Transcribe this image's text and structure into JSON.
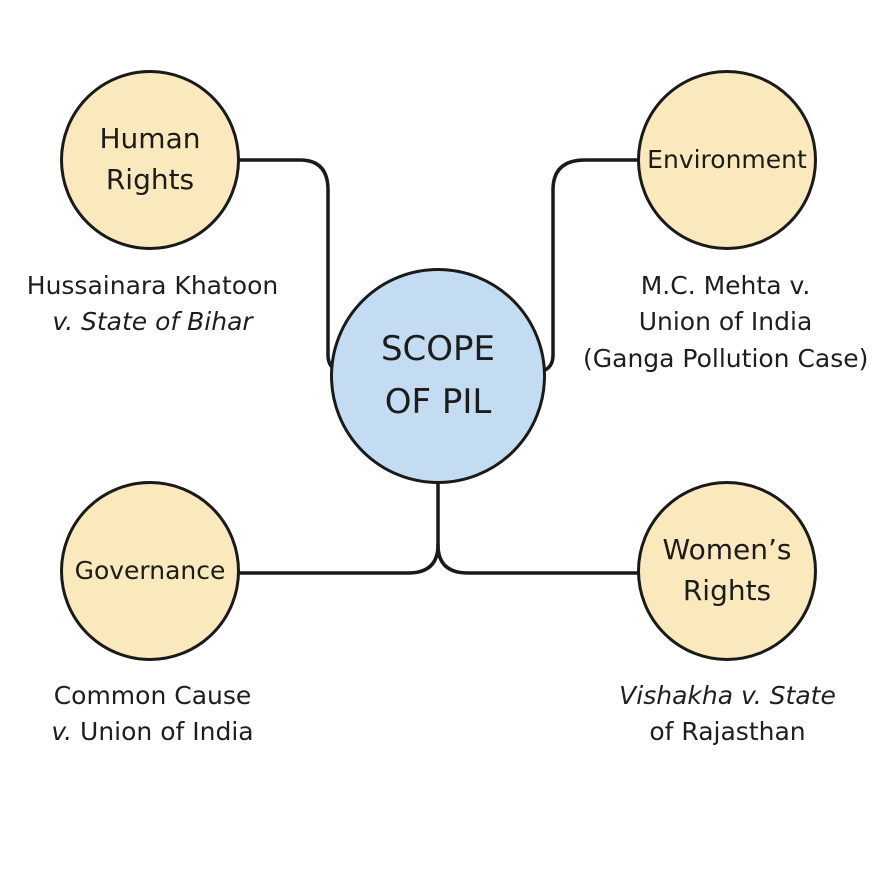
{
  "diagram": {
    "center": {
      "line1": "SCOPE",
      "line2": "OF PIL"
    },
    "nodes": {
      "human_rights": {
        "label": "Human\nRights",
        "case": {
          "line1": "Hussainara Khatoon",
          "line2": "v. State of Bihar"
        }
      },
      "environment": {
        "label": "Environment",
        "case": {
          "line1": "M.C. Mehta v.",
          "line2": "Union of India",
          "line3": "(Ganga Pollution Case)"
        }
      },
      "governance": {
        "label": "Governance",
        "case": {
          "line1": "Common Cause",
          "line2_prefix": "v.",
          "line2_rest": " Union of India"
        }
      },
      "womens_rights": {
        "label": "Women’s\nRights",
        "case": {
          "line1": "Vishakha v. State",
          "line2": "of Rajasthan"
        }
      }
    },
    "colors": {
      "topic_fill": "#fbe9be",
      "center_fill": "#c3dcf2",
      "stroke": "#1a1a1a"
    }
  }
}
